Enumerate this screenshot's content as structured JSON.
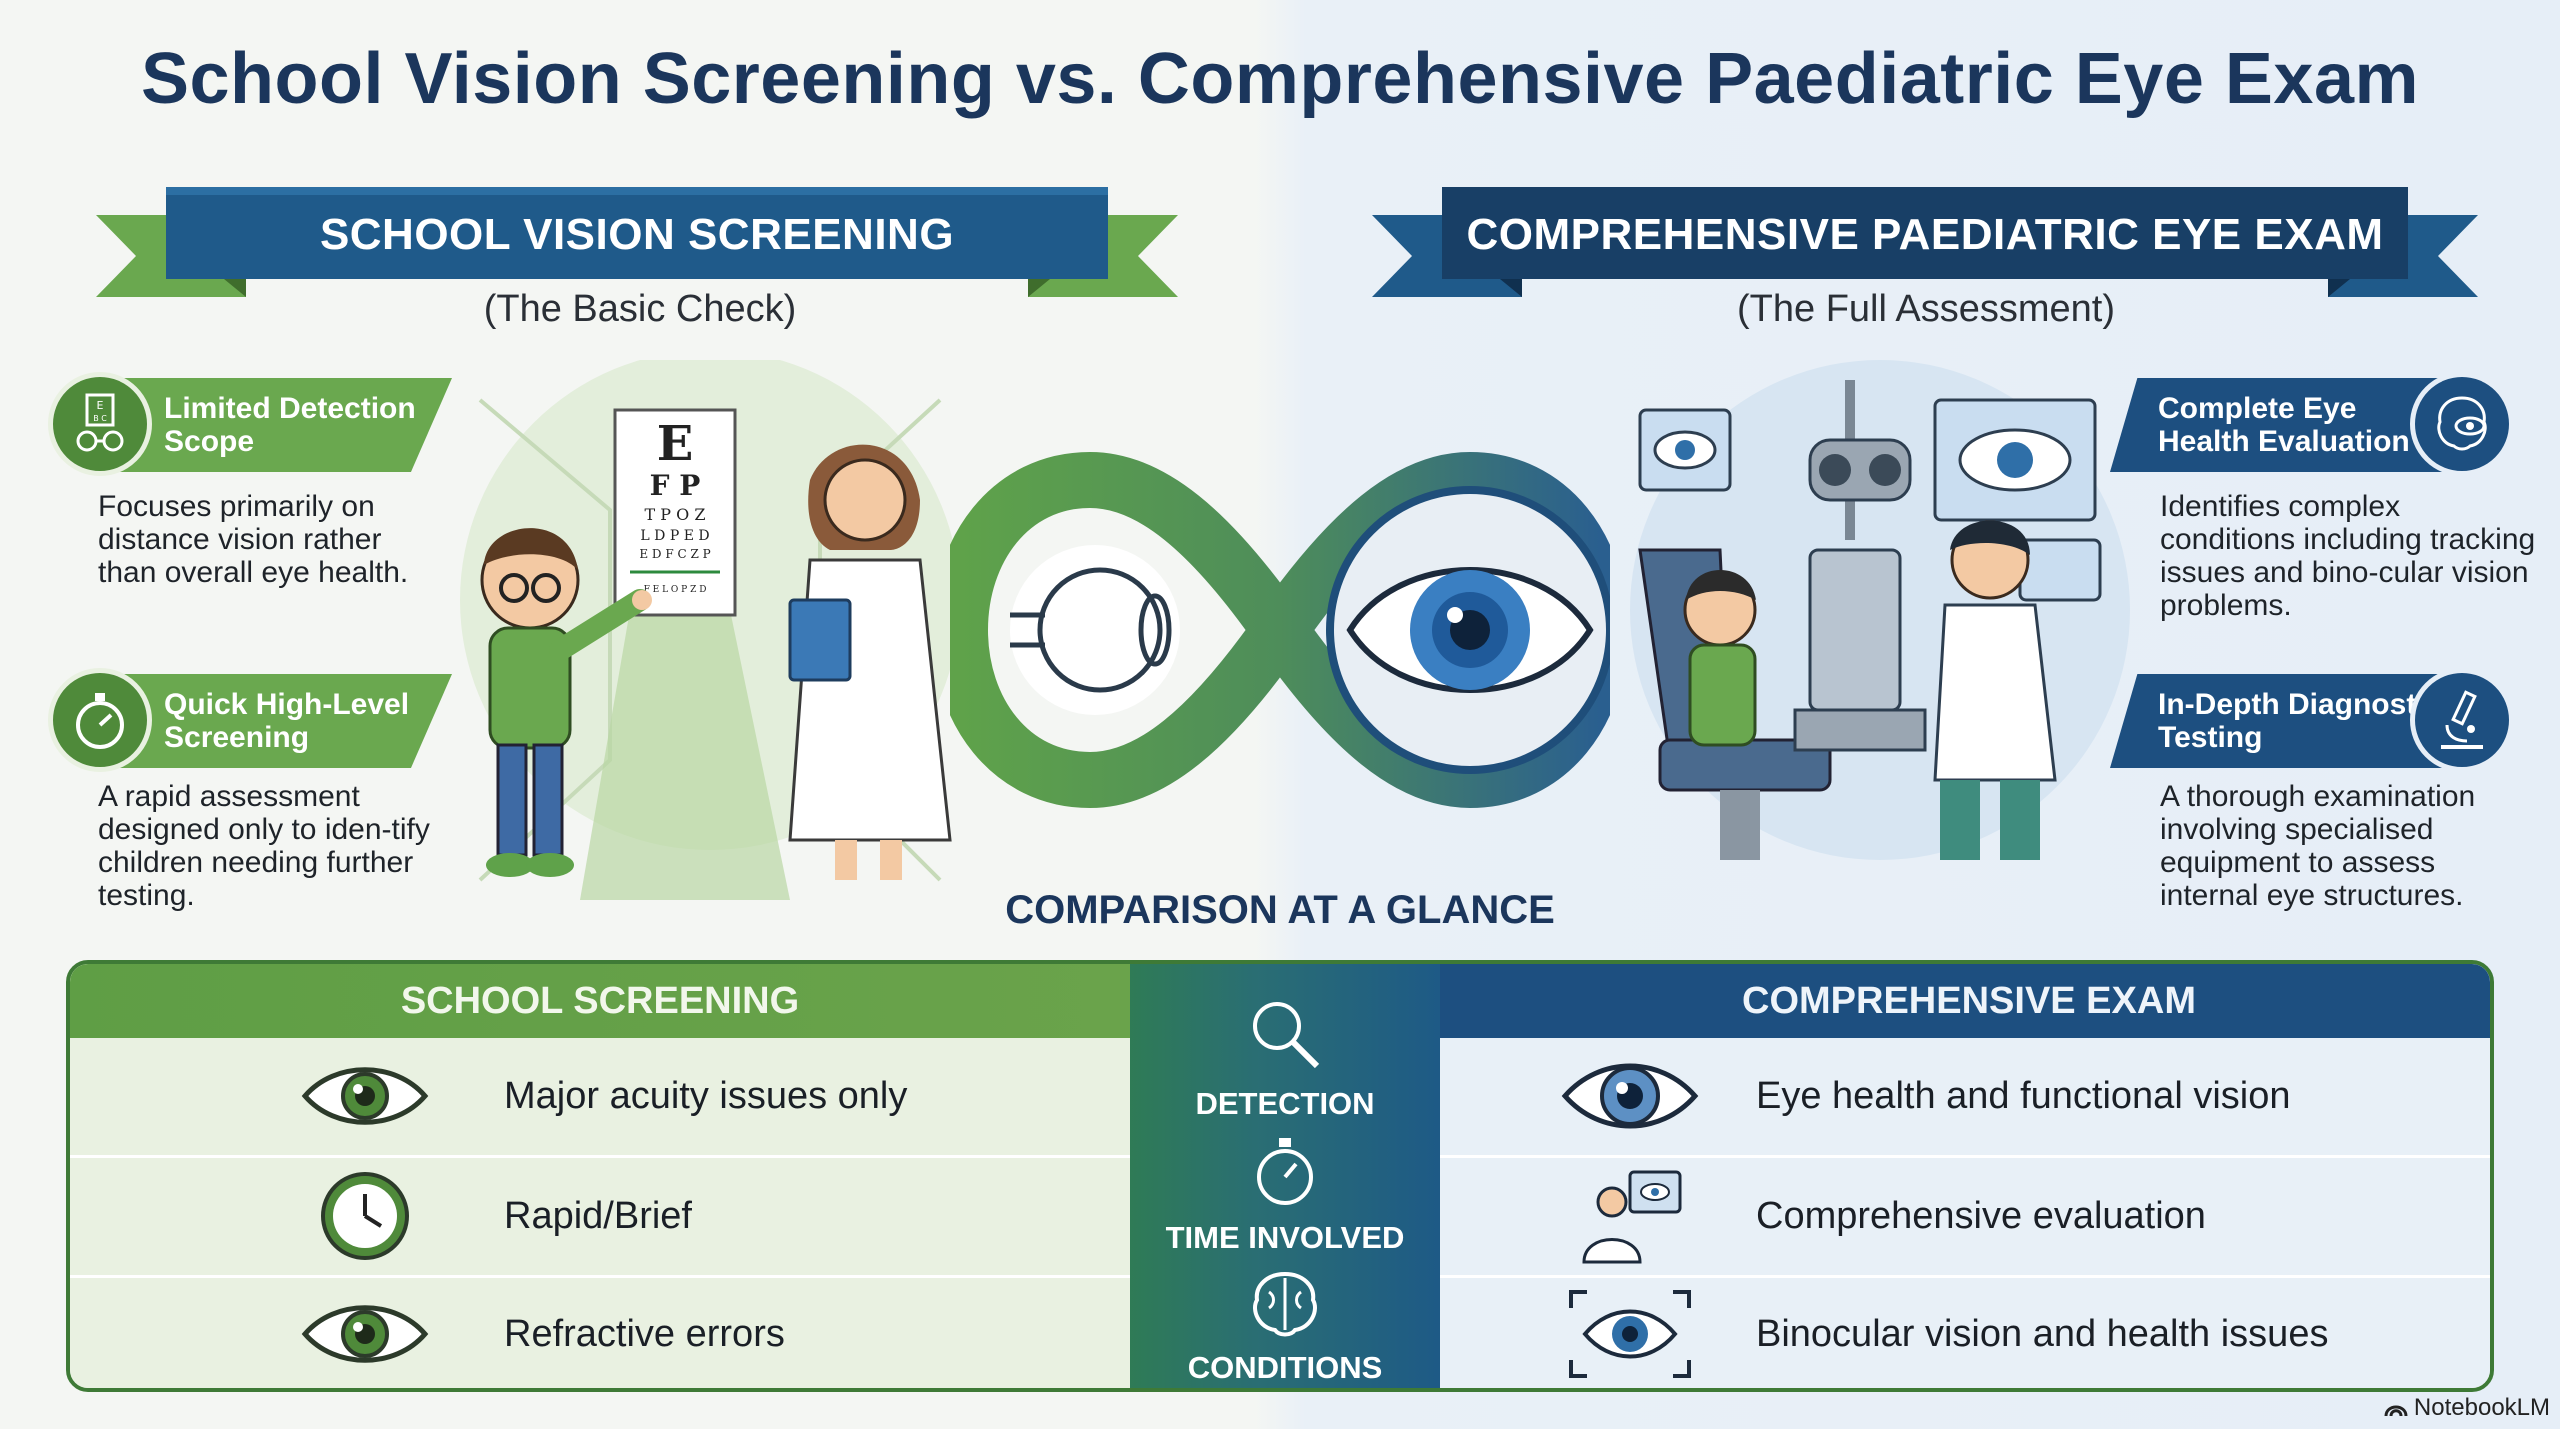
{
  "title": "School Vision Screening vs. Comprehensive Paediatric Eye Exam",
  "left": {
    "banner": "SCHOOL VISION SCREENING",
    "subtitle": "(The Basic Check)",
    "features": [
      {
        "label": "Limited Detection Scope",
        "icon": "eye-chart-glasses-icon",
        "description": "Focuses primarily on distance vision rather than overall eye health."
      },
      {
        "label": "Quick High-Level Screening",
        "icon": "stopwatch-icon",
        "description": "A rapid assessment designed only to iden-tify children needing further testing."
      }
    ],
    "chart_letters": [
      "E",
      "F P",
      "T P O Z",
      "L D P E D",
      "E D F C Z P",
      "F E L O P Z D"
    ]
  },
  "right": {
    "banner": "COMPREHENSIVE PAEDIATRIC EYE EXAM",
    "subtitle": "(The Full Assessment)",
    "features": [
      {
        "label": "Complete Eye Health Evaluation",
        "icon": "brain-eye-icon",
        "description": "Identifies complex conditions including tracking issues and bino-cular vision problems."
      },
      {
        "label": "In-Depth Diagnostic Testing",
        "icon": "microscope-icon",
        "description": "A thorough examination involving specialised equipment to assess internal eye structures."
      }
    ]
  },
  "comparison": {
    "heading": "COMPARISON AT A GLANCE",
    "left_header": "SCHOOL SCREENING",
    "right_header": "COMPREHENSIVE EXAM",
    "rows": [
      {
        "criterion": "DETECTION",
        "criterion_icon": "magnifier-icon",
        "left": "Major acuity issues only",
        "left_icon": "eye-icon",
        "right": "Eye health and functional vision",
        "right_icon": "detailed-eye-icon"
      },
      {
        "criterion": "TIME INVOLVED",
        "criterion_icon": "stopwatch-icon",
        "left": "Rapid/Brief",
        "left_icon": "clock-icon",
        "right": "Comprehensive evaluation",
        "right_icon": "doctor-monitor-icon"
      },
      {
        "criterion": "CONDITIONS",
        "criterion_icon": "brain-icon",
        "left": "Refractive errors",
        "left_icon": "eye-icon",
        "right": "Binocular vision and health issues",
        "right_icon": "eye-scan-icon"
      }
    ]
  },
  "brand": "NotebookLM",
  "colors": {
    "green": "#5f9e45",
    "dark_green": "#3e7a36",
    "navy": "#1b365c",
    "blue": "#1d4f80"
  }
}
